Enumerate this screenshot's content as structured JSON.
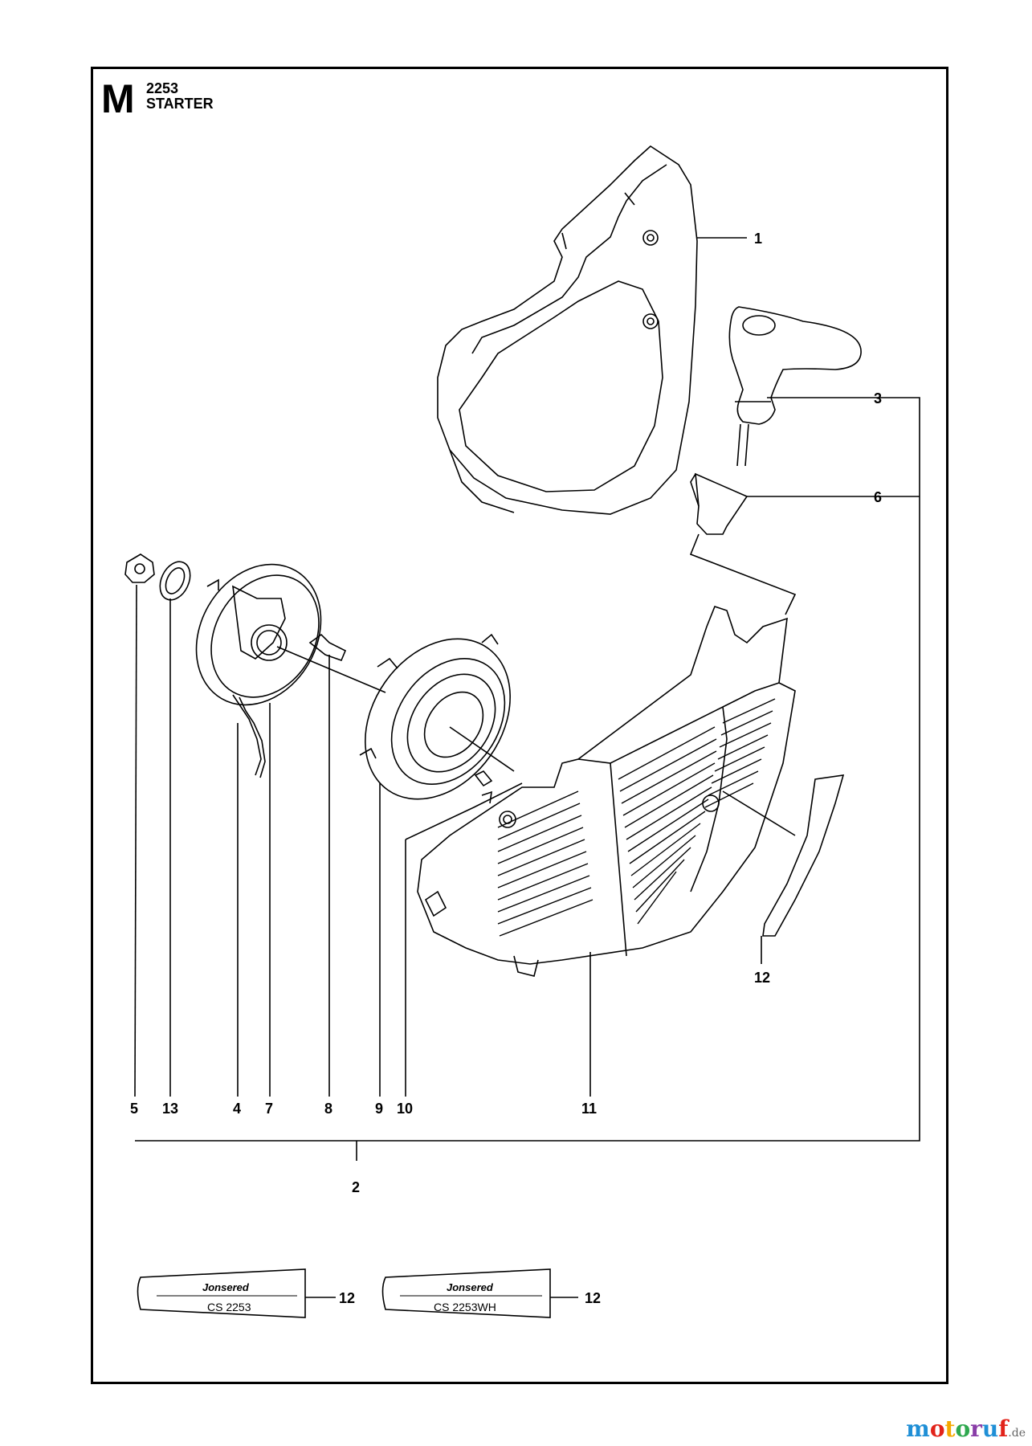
{
  "header": {
    "section": "M",
    "model": "2253",
    "title": "STARTER"
  },
  "callouts": [
    "1",
    "3",
    "6",
    "5",
    "13",
    "4",
    "7",
    "8",
    "9",
    "10",
    "11",
    "2",
    "12"
  ],
  "label_tags": [
    {
      "brand": "Jonsered",
      "model": "CS 2253",
      "ref": "12"
    },
    {
      "brand": "Jonsered",
      "model": "CS 2253WH",
      "ref": "12"
    }
  ],
  "watermark": {
    "name": "motoruf",
    "tld": ".de",
    "colors": [
      "#1f8fd6",
      "#e2231a",
      "#f5a800",
      "#2fa84f",
      "#8a3ea8",
      "#1f8fd6",
      "#e2231a"
    ]
  }
}
